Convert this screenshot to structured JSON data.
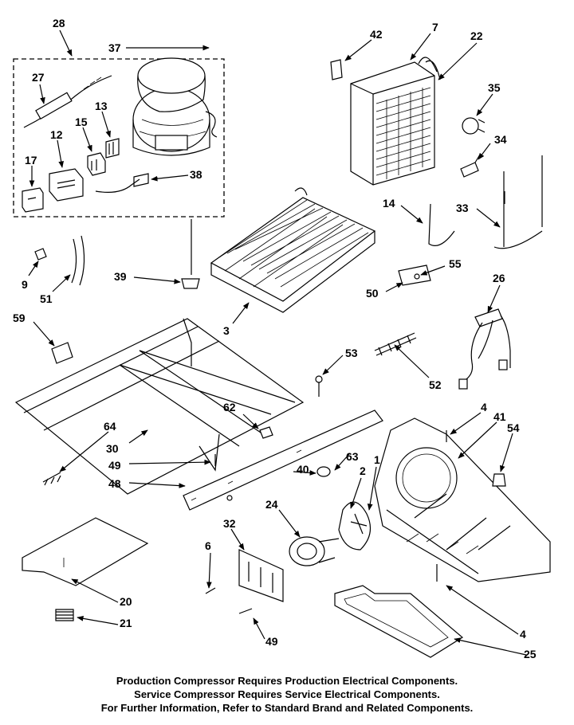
{
  "callouts": [
    "28",
    "37",
    "27",
    "13",
    "15",
    "12",
    "17",
    "38",
    "42",
    "7",
    "22",
    "35",
    "34",
    "33",
    "14",
    "55",
    "50",
    "26",
    "9",
    "51",
    "39",
    "3",
    "59",
    "53",
    "52",
    "62",
    "4",
    "41",
    "54",
    "64",
    "30",
    "49",
    "48",
    "40",
    "63",
    "1",
    "2",
    "24",
    "32",
    "6",
    "20",
    "21",
    "49",
    "4",
    "25"
  ],
  "footer": {
    "line1": "Production Compressor Requires Production Electrical Components.",
    "line2": "Service Compressor Requires Service Electrical Components.",
    "line3": "For Further Information, Refer to Standard Brand and Related Components."
  }
}
